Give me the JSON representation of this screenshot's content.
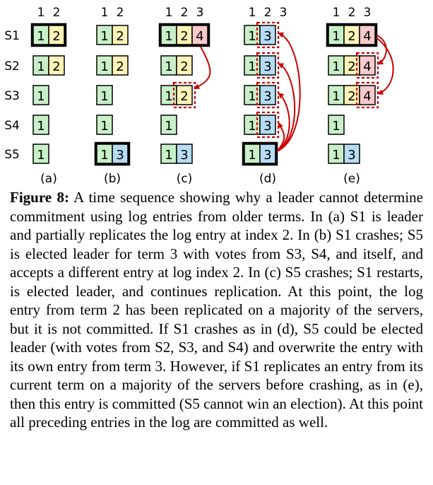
{
  "figure": {
    "panels": [
      {
        "label": "(a)",
        "index_labels": [
          "1",
          "2"
        ],
        "servers": [
          {
            "name": "S1",
            "entries": [
              "1",
              "2"
            ],
            "leader": true
          },
          {
            "name": "S2",
            "entries": [
              "1",
              "2"
            ]
          },
          {
            "name": "S3",
            "entries": [
              "1"
            ]
          },
          {
            "name": "S4",
            "entries": [
              "1"
            ]
          },
          {
            "name": "S5",
            "entries": [
              "1"
            ]
          }
        ]
      },
      {
        "label": "(b)",
        "index_labels": [
          "1",
          "2"
        ],
        "servers": [
          {
            "name": "S1",
            "entries": [
              "1",
              "2"
            ]
          },
          {
            "name": "S2",
            "entries": [
              "1",
              "2"
            ]
          },
          {
            "name": "S3",
            "entries": [
              "1"
            ]
          },
          {
            "name": "S4",
            "entries": [
              "1"
            ]
          },
          {
            "name": "S5",
            "entries": [
              "1",
              "3"
            ],
            "leader": true
          }
        ]
      },
      {
        "label": "(c)",
        "index_labels": [
          "1",
          "2",
          "3"
        ],
        "servers": [
          {
            "name": "S1",
            "entries": [
              "1",
              "2",
              "4"
            ],
            "leader": true
          },
          {
            "name": "S2",
            "entries": [
              "1",
              "2"
            ]
          },
          {
            "name": "S3",
            "entries": [
              "1",
              "2"
            ],
            "dashed": [
              1
            ]
          },
          {
            "name": "S4",
            "entries": [
              "1"
            ]
          },
          {
            "name": "S5",
            "entries": [
              "1",
              "3"
            ]
          }
        ]
      },
      {
        "label": "(d)",
        "index_labels": [
          "1",
          "2",
          "3"
        ],
        "servers": [
          {
            "name": "S1",
            "entries": [
              "1",
              "3"
            ],
            "dashed": [
              1
            ]
          },
          {
            "name": "S2",
            "entries": [
              "1",
              "3"
            ],
            "dashed": [
              1
            ]
          },
          {
            "name": "S3",
            "entries": [
              "1",
              "3"
            ],
            "dashed": [
              1
            ]
          },
          {
            "name": "S4",
            "entries": [
              "1",
              "3"
            ],
            "dashed": [
              1
            ]
          },
          {
            "name": "S5",
            "entries": [
              "1",
              "3"
            ],
            "leader": true
          }
        ]
      },
      {
        "label": "(e)",
        "index_labels": [
          "1",
          "2",
          "3"
        ],
        "servers": [
          {
            "name": "S1",
            "entries": [
              "1",
              "2",
              "4"
            ],
            "leader": true
          },
          {
            "name": "S2",
            "entries": [
              "1",
              "2",
              "4"
            ],
            "dashed": [
              2
            ]
          },
          {
            "name": "S3",
            "entries": [
              "1",
              "2",
              "4"
            ],
            "dashed": [
              2
            ]
          },
          {
            "name": "S4",
            "entries": [
              "1"
            ]
          },
          {
            "name": "S5",
            "entries": [
              "1",
              "3"
            ]
          }
        ]
      }
    ],
    "term_colors": {
      "1": "#c8f0c8",
      "2": "#fff5b8",
      "3": "#b6dcf4",
      "4": "#f9c9cc"
    },
    "arrow_color": "#cc0000"
  },
  "caption": {
    "label": "Figure 8:",
    "text": " A time sequence showing why a leader cannot determine commitment using log entries from older terms. In (a) S1 is leader and partially replicates the log entry at index 2. In (b) S1 crashes; S5 is elected leader for term 3 with votes from S3, S4, and itself, and accepts a different entry at log index 2. In (c) S5 crashes; S1 restarts, is elected leader, and continues replication. At this point, the log entry from term 2 has been replicated on a majority of the servers, but it is not committed. If S1 crashes as in (d), S5 could be elected leader (with votes from S2, S3, and S4) and overwrite the entry with its own entry from term 3. However, if S1 replicates an entry from its current term on a majority of the servers before crashing, as in (e), then this entry is committed (S5 cannot win an election). At this point all preceding entries in the log are committed as well."
  }
}
